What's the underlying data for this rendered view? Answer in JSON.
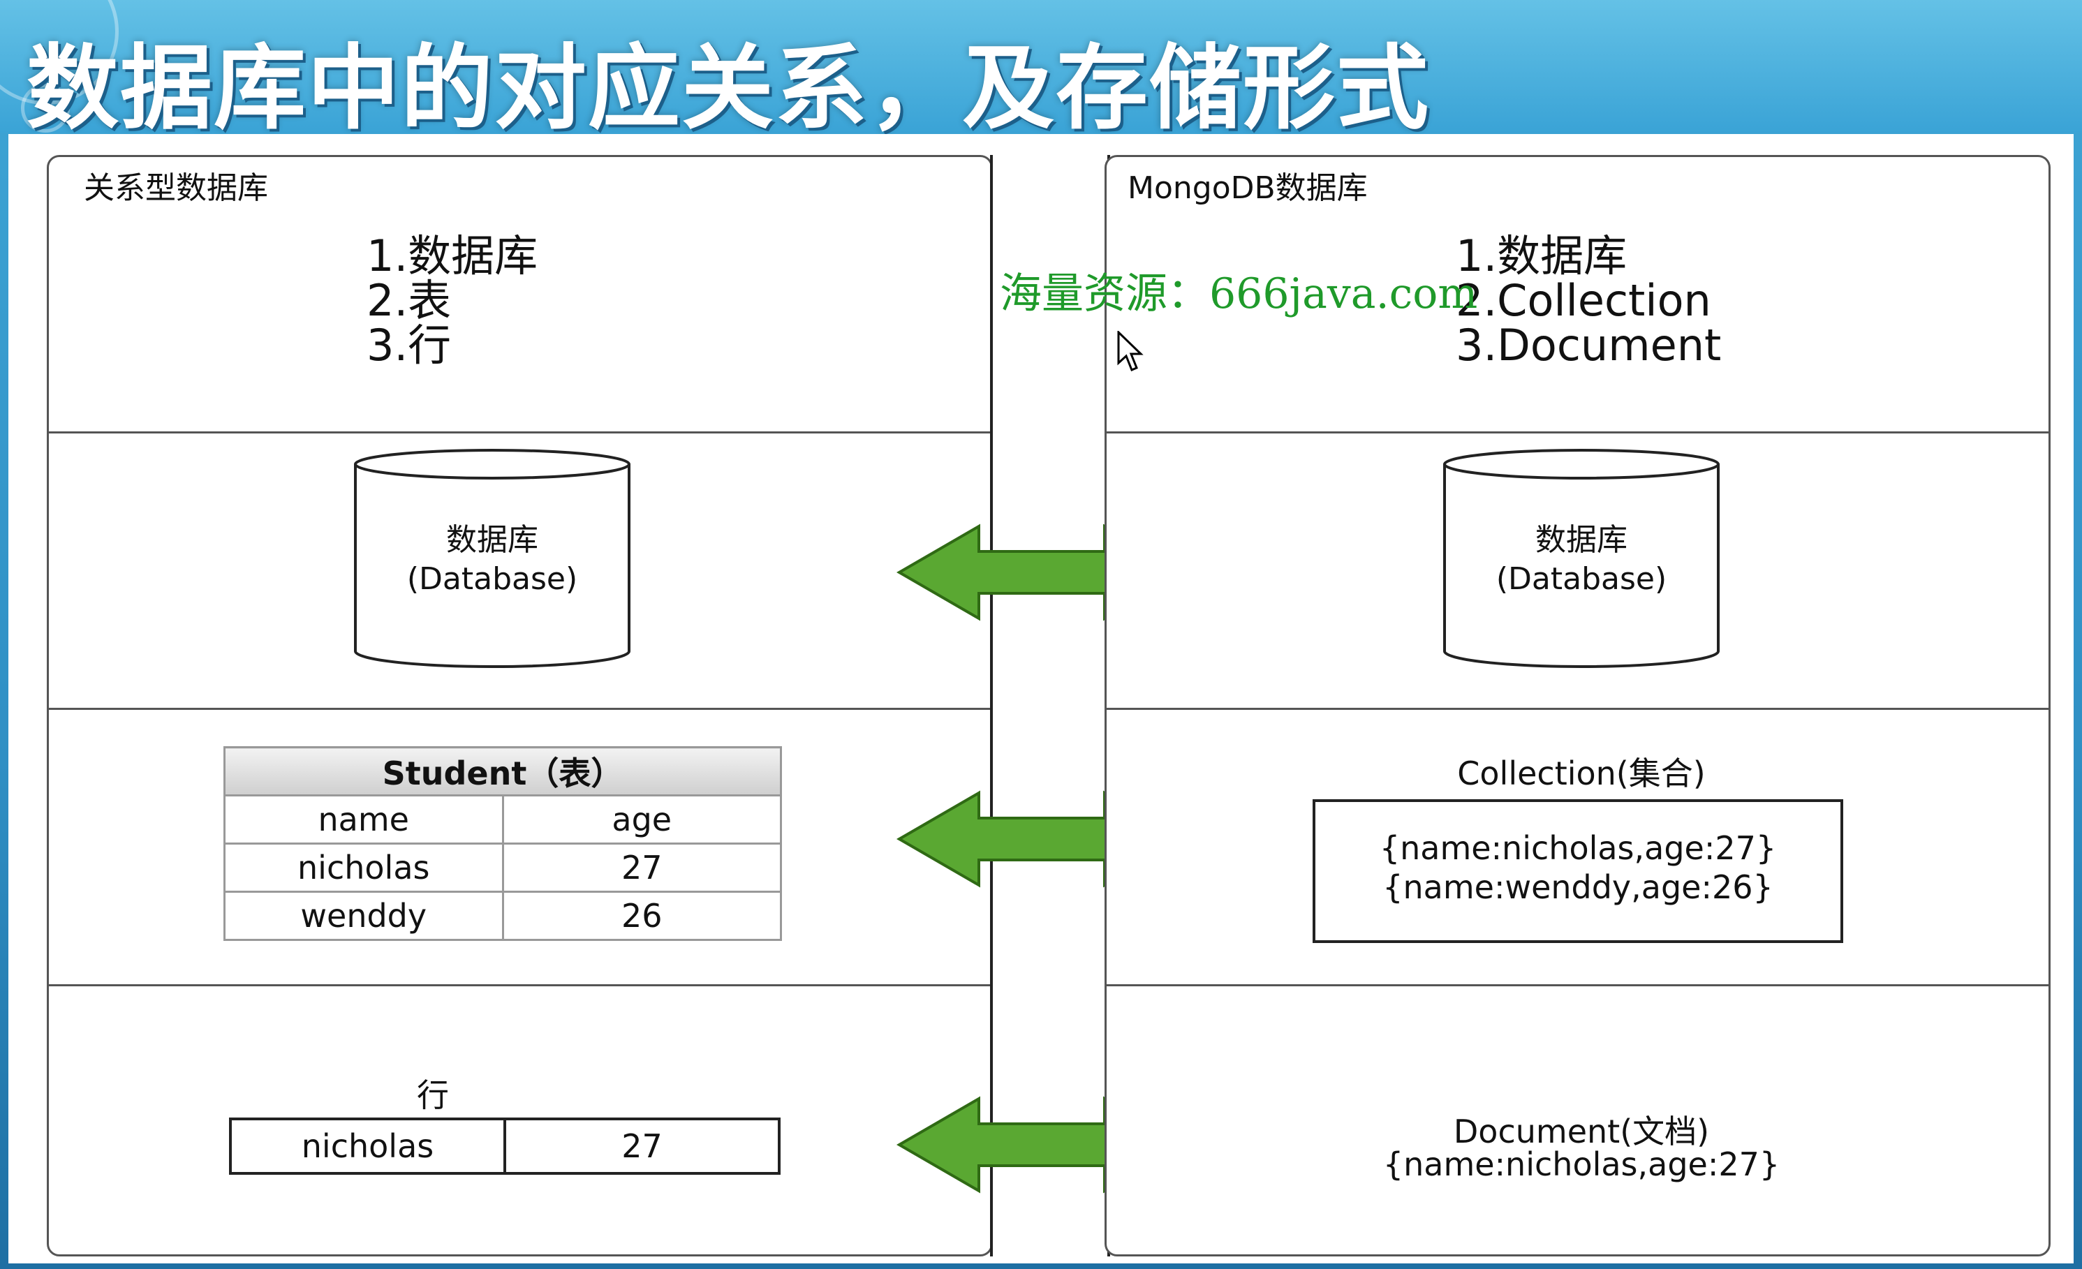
{
  "slide": {
    "title": "数据库中的对应关系，及存储形式"
  },
  "watermark": "海量资源：666java.com",
  "relational": {
    "heading": "关系型数据库",
    "concepts": [
      "1.数据库",
      "2.表",
      "3.行"
    ],
    "database": {
      "line1": "数据库",
      "line2": "(Database)"
    },
    "table": {
      "caption": "Student（表）",
      "columns": [
        "name",
        "age"
      ],
      "rows": [
        [
          "nicholas",
          "27"
        ],
        [
          "wenddy",
          "26"
        ]
      ]
    },
    "row": {
      "caption": "行",
      "cells": [
        "nicholas",
        "27"
      ]
    }
  },
  "mongodb": {
    "heading": "MongoDB数据库",
    "concepts": [
      "1.数据库",
      "2.Collection",
      "3.Document"
    ],
    "database": {
      "line1": "数据库",
      "line2": "(Database)"
    },
    "collection": {
      "caption": "Collection(集合)",
      "docs": [
        "{name:nicholas,age:27}",
        "{name:wenddy,age:26}"
      ]
    },
    "document": {
      "caption": "Document(文档)",
      "value": "{name:nicholas,age:27}"
    }
  },
  "colors": {
    "arrow": "#5aa832",
    "arrow_stroke": "#2f6a14",
    "title": "#ffffff",
    "background": "#3aa3d6"
  }
}
